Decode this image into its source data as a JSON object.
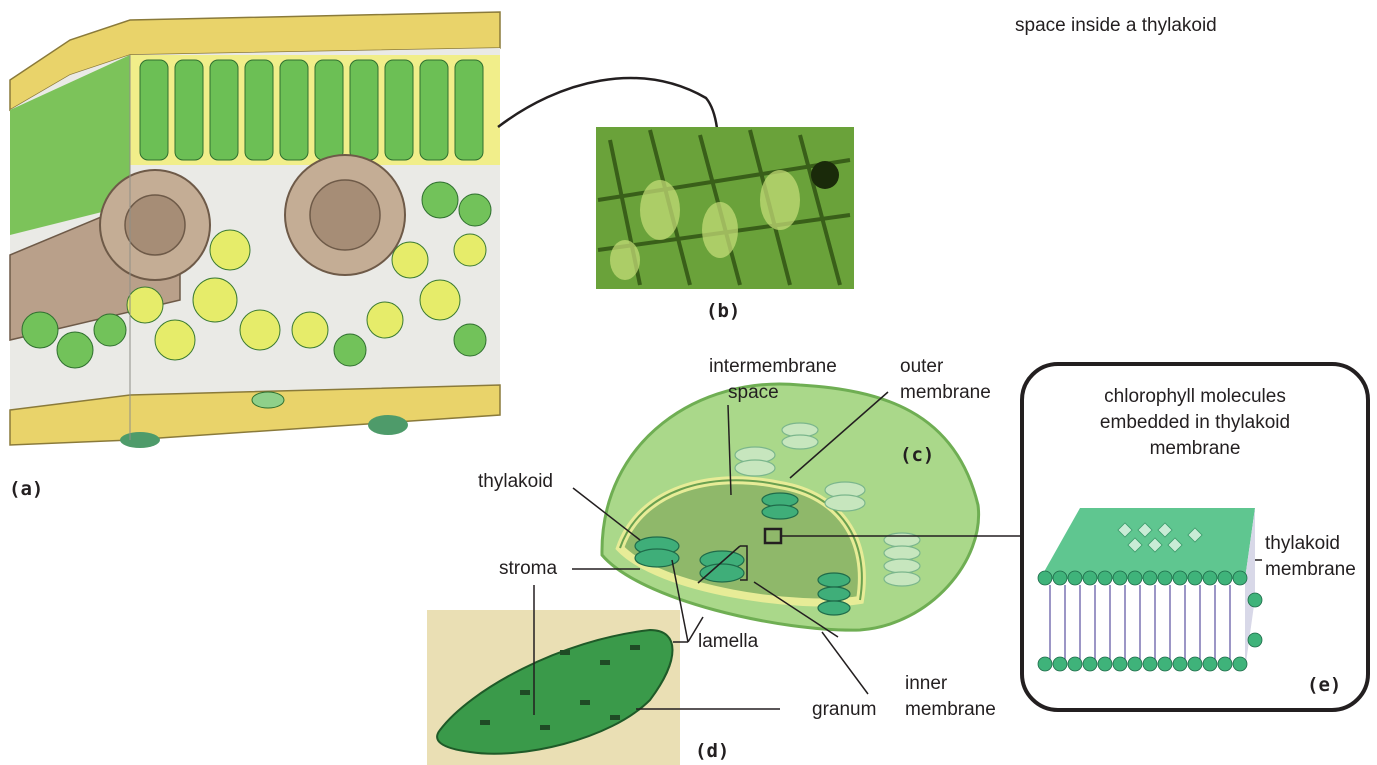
{
  "panels": {
    "a": "(a)",
    "b": "(b)",
    "c": "(c)",
    "d": "(d)",
    "e": "(e)"
  },
  "labels": {
    "header": "space inside a thylakoid",
    "intermembrane_line1": "intermembrane",
    "intermembrane_line2": "space",
    "outer_line1": "outer",
    "outer_line2": "membrane",
    "thylakoid": "thylakoid",
    "stroma": "stroma",
    "lamella": "lamella",
    "granum": "granum",
    "inner_line1": "inner",
    "inner_line2": "membrane",
    "chloro_line1": "chlorophyll molecules",
    "chloro_line2": "embedded in thylakoid",
    "chloro_line3": "membrane",
    "thyl_mem_line1": "thylakoid",
    "thyl_mem_line2": "membrane"
  },
  "colors": {
    "leaf_green": "#5fb84a",
    "epidermis_yellow": "#efe27a",
    "vein_brown": "#b9a08a",
    "chloroplast_green": "#9fd37c",
    "granum_green": "#3fae79",
    "photo_bg": "#eadfb4"
  }
}
